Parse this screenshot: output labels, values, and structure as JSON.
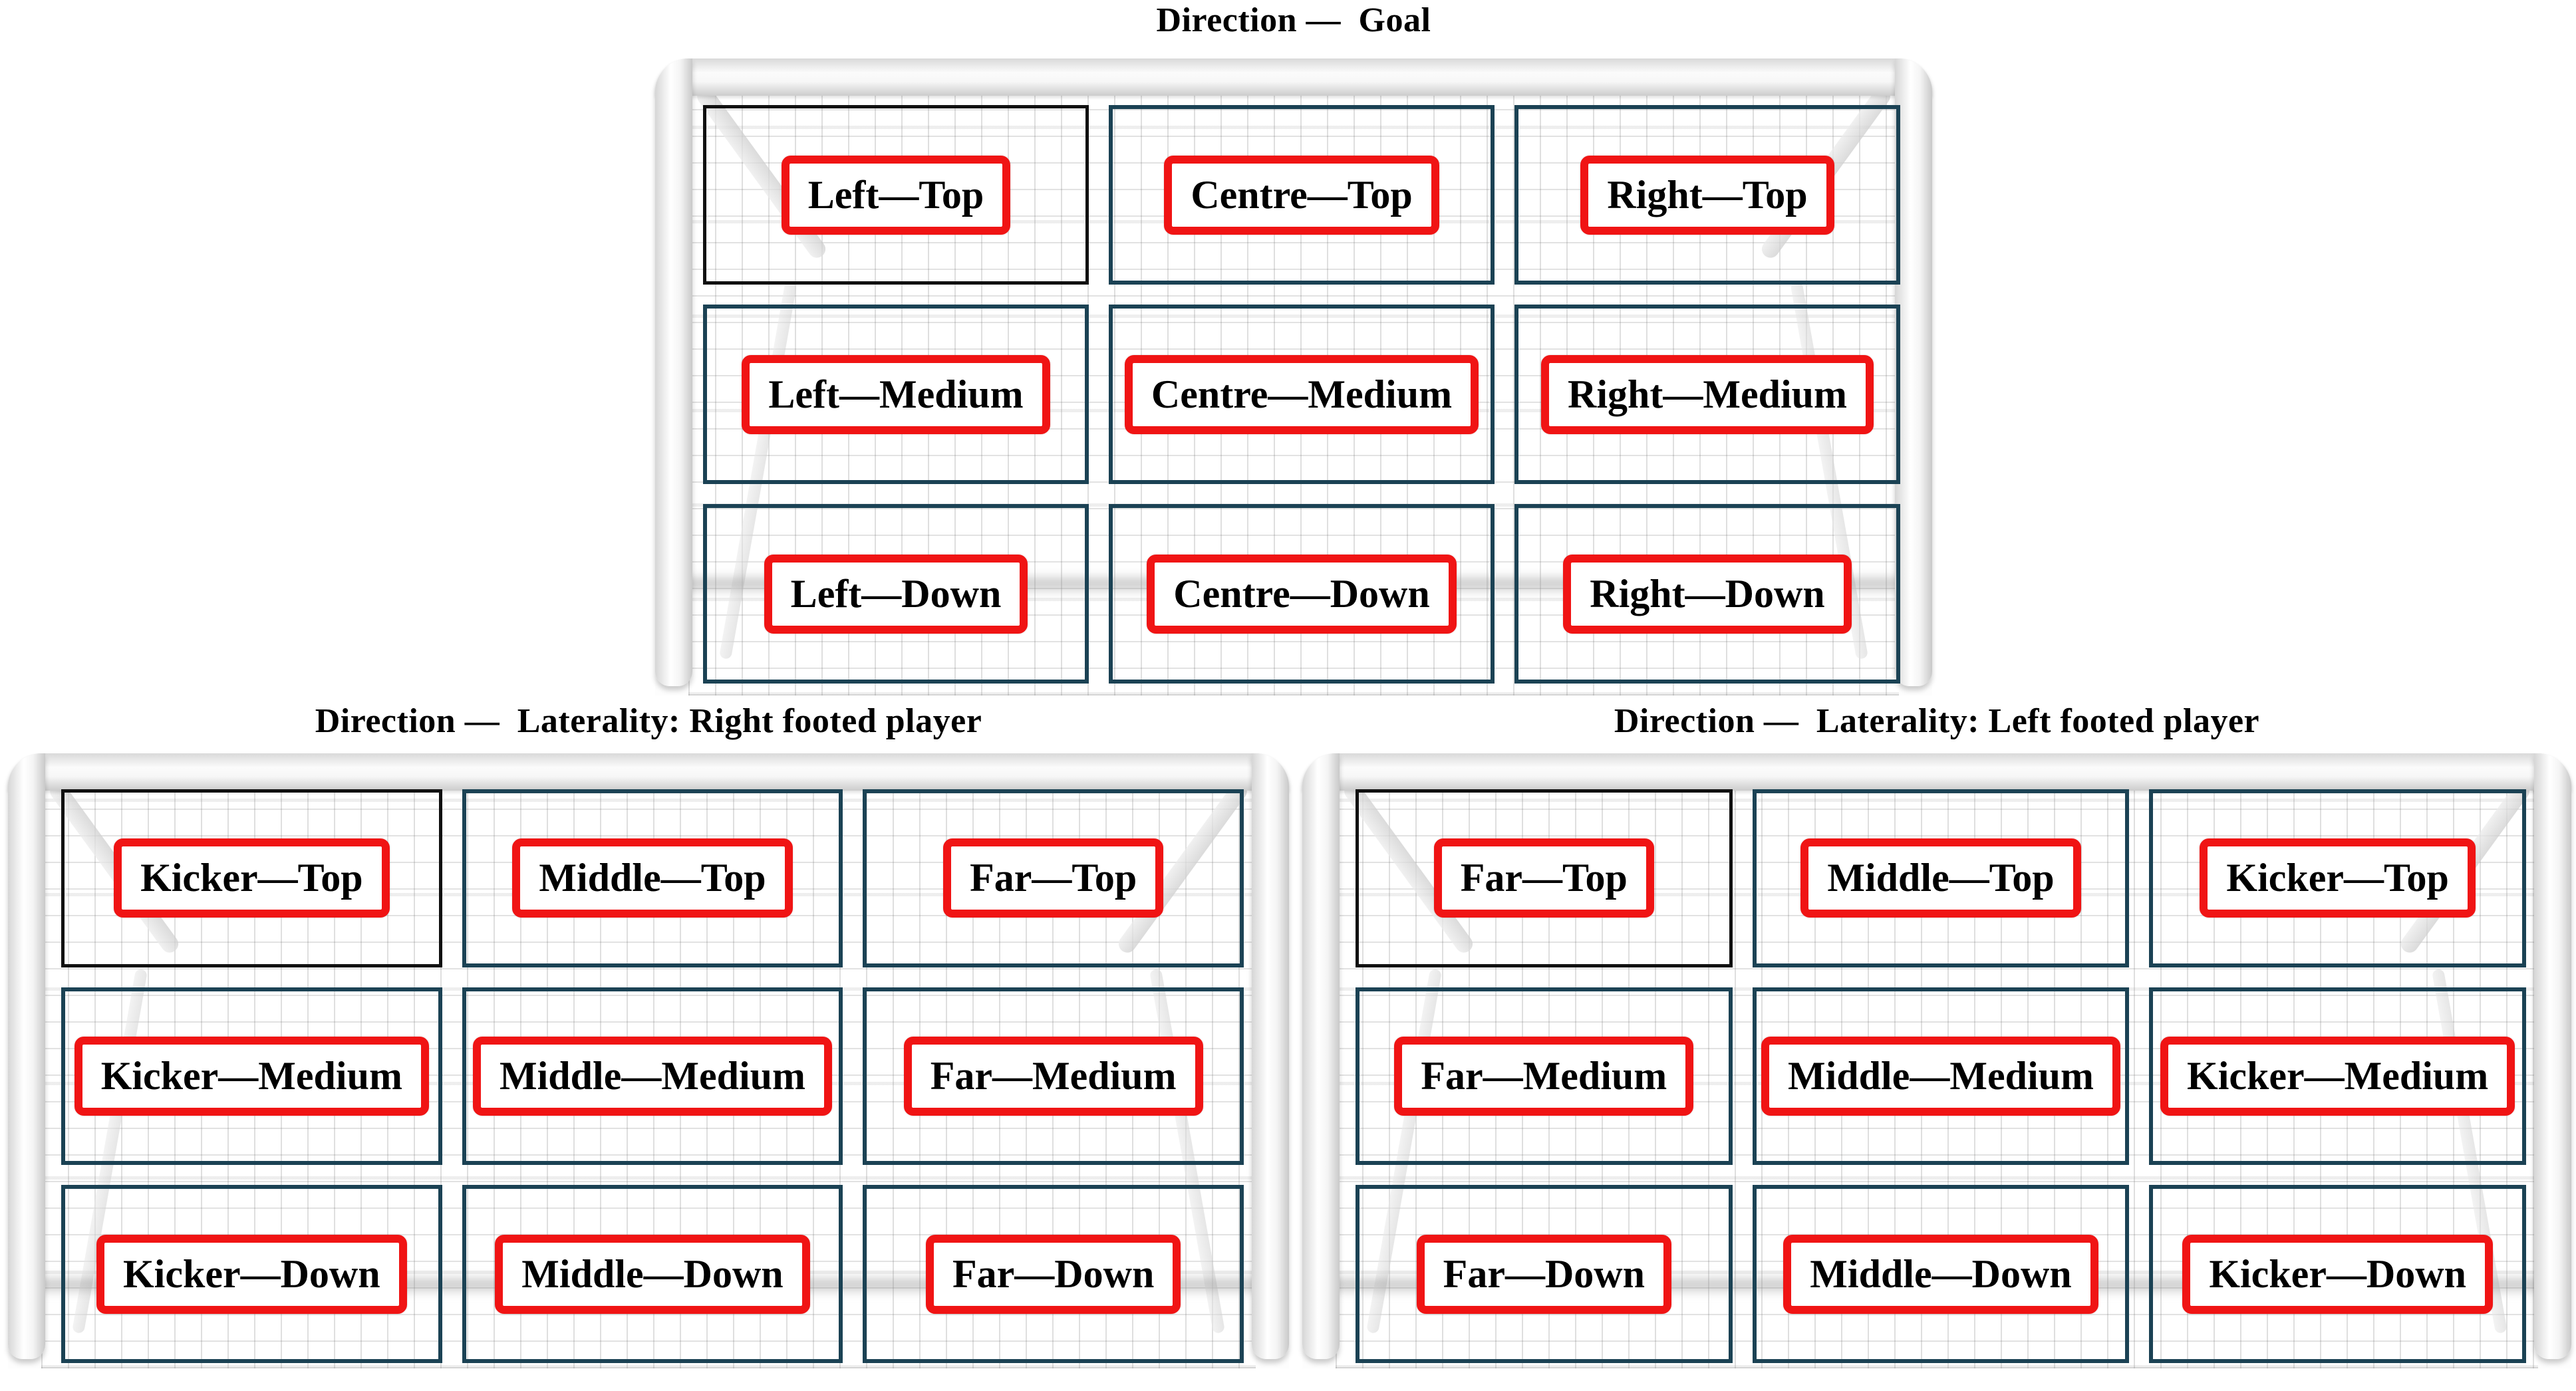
{
  "figure": {
    "description": "Soccer goal target-zone diagrams",
    "colors": {
      "cell_border": "#1b4254",
      "first_cell_border": "#101010",
      "label_border": "#f01414",
      "label_background": "#ffffff",
      "text": "#000000",
      "net_line": "#d6d6d6",
      "frame": "#eeeeee"
    },
    "goals": [
      {
        "id": "goal",
        "title": "Direction — Goal",
        "cells": [
          "Left—Top",
          "Centre—Top",
          "Right—Top",
          "Left—Medium",
          "Centre—Medium",
          "Right—Medium",
          "Left—Down",
          "Centre—Down",
          "Right—Down"
        ]
      },
      {
        "id": "laterality-right-footed",
        "title": "Direction — Laterality: Right footed player",
        "cells": [
          "Kicker—Top",
          "Middle—Top",
          "Far—Top",
          "Kicker—Medium",
          "Middle—Medium",
          "Far—Medium",
          "Kicker—Down",
          "Middle—Down",
          "Far—Down"
        ]
      },
      {
        "id": "laterality-left-footed",
        "title": "Direction — Laterality: Left footed player",
        "cells": [
          "Far—Top",
          "Middle—Top",
          "Kicker—Top",
          "Far—Medium",
          "Middle—Medium",
          "Kicker—Medium",
          "Far—Down",
          "Middle—Down",
          "Kicker—Down"
        ]
      }
    ]
  }
}
